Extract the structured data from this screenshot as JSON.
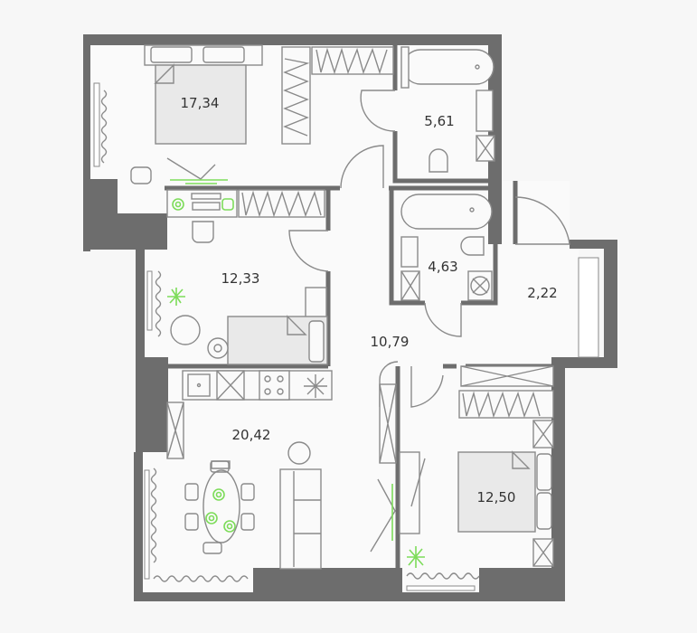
{
  "plan": {
    "rooms": [
      {
        "id": "bedroom-1",
        "area": "17,34"
      },
      {
        "id": "bathroom-1",
        "area": "5,61"
      },
      {
        "id": "bedroom-2",
        "area": "12,33"
      },
      {
        "id": "bathroom-2",
        "area": "4,63"
      },
      {
        "id": "balcony",
        "area": "2,22"
      },
      {
        "id": "hallway",
        "area": "10,79"
      },
      {
        "id": "kitchen-living",
        "area": "20,42"
      },
      {
        "id": "bedroom-3",
        "area": "12,50"
      }
    ],
    "colors": {
      "wall": "#6d6d6d",
      "floor": "#fafafa",
      "furniture": "#e9e9e9",
      "accent": "#7ddc5a"
    }
  }
}
